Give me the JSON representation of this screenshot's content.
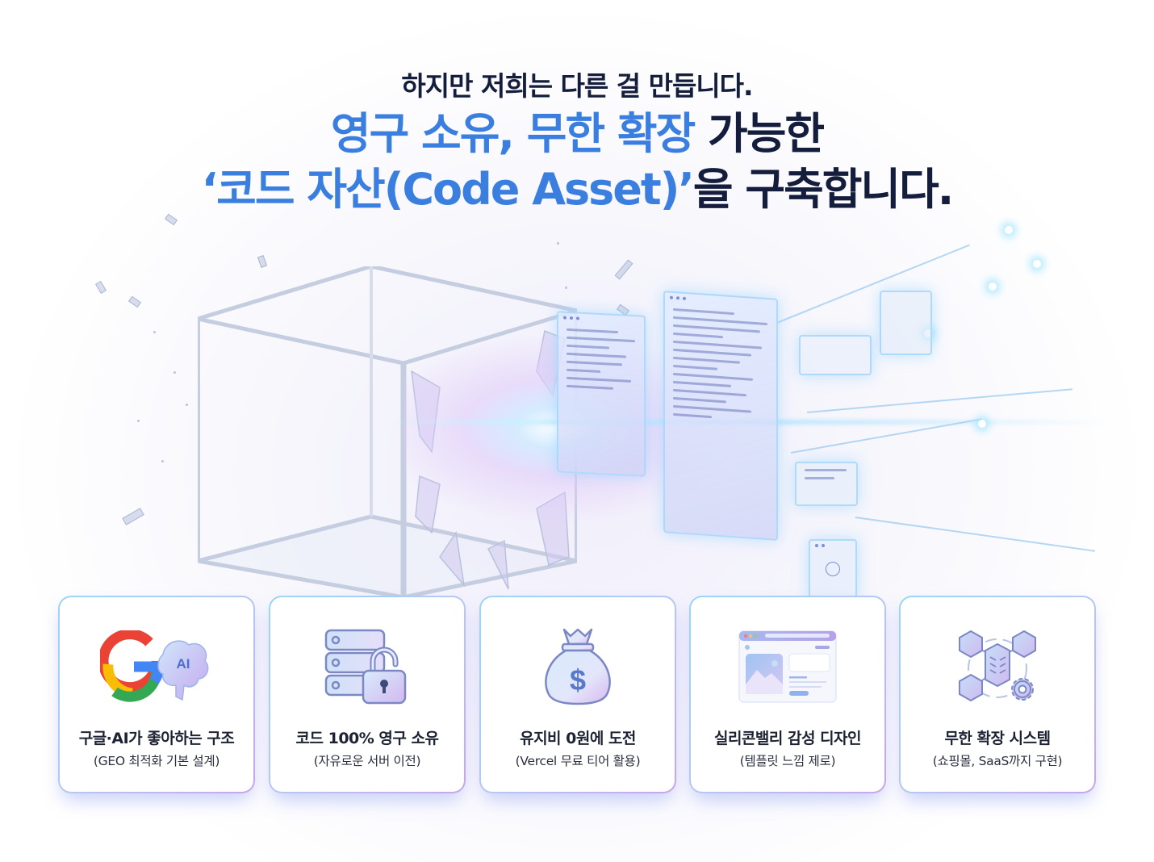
{
  "header": {
    "kicker": "하지만 저희는 다른 걸 만듭니다.",
    "line1_blue": "영구 소유, 무한 확장",
    "line1_dark": " 가능한",
    "line2_blue": "‘코드 자산(Code Asset)’",
    "line2_dark": "을 구축합니다."
  },
  "illustration": {
    "left": "breaking-glass-cage",
    "right": "holographic-code-panels"
  },
  "colors": {
    "accent_blue": "#3a7fe0",
    "text_dark": "#141e3c",
    "card_border_start": "#9bd6f4",
    "card_border_end": "#c9a5ec"
  },
  "cards": [
    {
      "icon": "google-ai-brain-icon",
      "icon_label": "AI",
      "title": "구글·AI가 좋아하는 구조",
      "subtitle": "(GEO 최적화 기본 설계)"
    },
    {
      "icon": "server-unlock-icon",
      "title": "코드 100% 영구 소유",
      "subtitle": "(자유로운 서버 이전)"
    },
    {
      "icon": "money-bag-icon",
      "icon_label": "$",
      "title": "유지비 0원에 도전",
      "subtitle": "(Vercel 무료 티어 활용)"
    },
    {
      "icon": "web-design-icon",
      "title": "실리콘밸리 감성 디자인",
      "subtitle": "(템플릿 느낌 제로)"
    },
    {
      "icon": "network-expansion-icon",
      "title": "무한 확장 시스템",
      "subtitle": "(쇼핑몰, SaaS까지 구현)"
    }
  ]
}
